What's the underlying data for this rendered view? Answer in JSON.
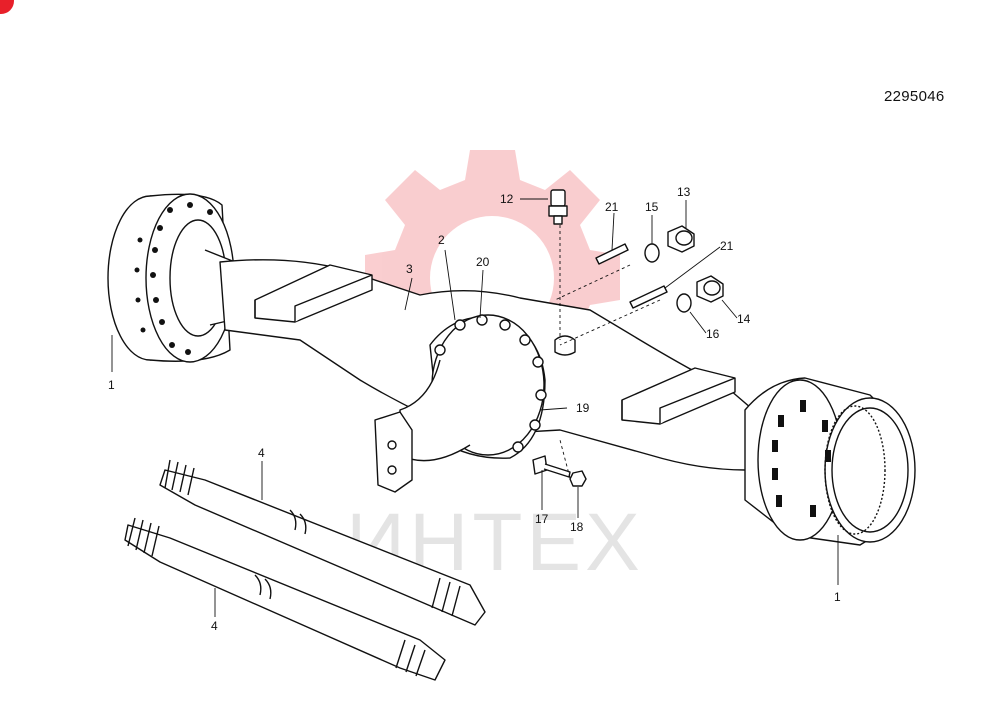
{
  "document_number": "2295046",
  "watermark": {
    "text": "ИНТЕХ",
    "color": "#e8202a"
  },
  "callouts": [
    {
      "id": "c1a",
      "label": "1"
    },
    {
      "id": "c1b",
      "label": "1"
    },
    {
      "id": "c2",
      "label": "2"
    },
    {
      "id": "c3",
      "label": "3"
    },
    {
      "id": "c4a",
      "label": "4"
    },
    {
      "id": "c4b",
      "label": "4"
    },
    {
      "id": "c12",
      "label": "12"
    },
    {
      "id": "c13",
      "label": "13"
    },
    {
      "id": "c14",
      "label": "14"
    },
    {
      "id": "c15",
      "label": "15"
    },
    {
      "id": "c16",
      "label": "16"
    },
    {
      "id": "c17",
      "label": "17"
    },
    {
      "id": "c18",
      "label": "18"
    },
    {
      "id": "c19",
      "label": "19"
    },
    {
      "id": "c20",
      "label": "20"
    },
    {
      "id": "c21a",
      "label": "21"
    },
    {
      "id": "c21b",
      "label": "21"
    }
  ]
}
